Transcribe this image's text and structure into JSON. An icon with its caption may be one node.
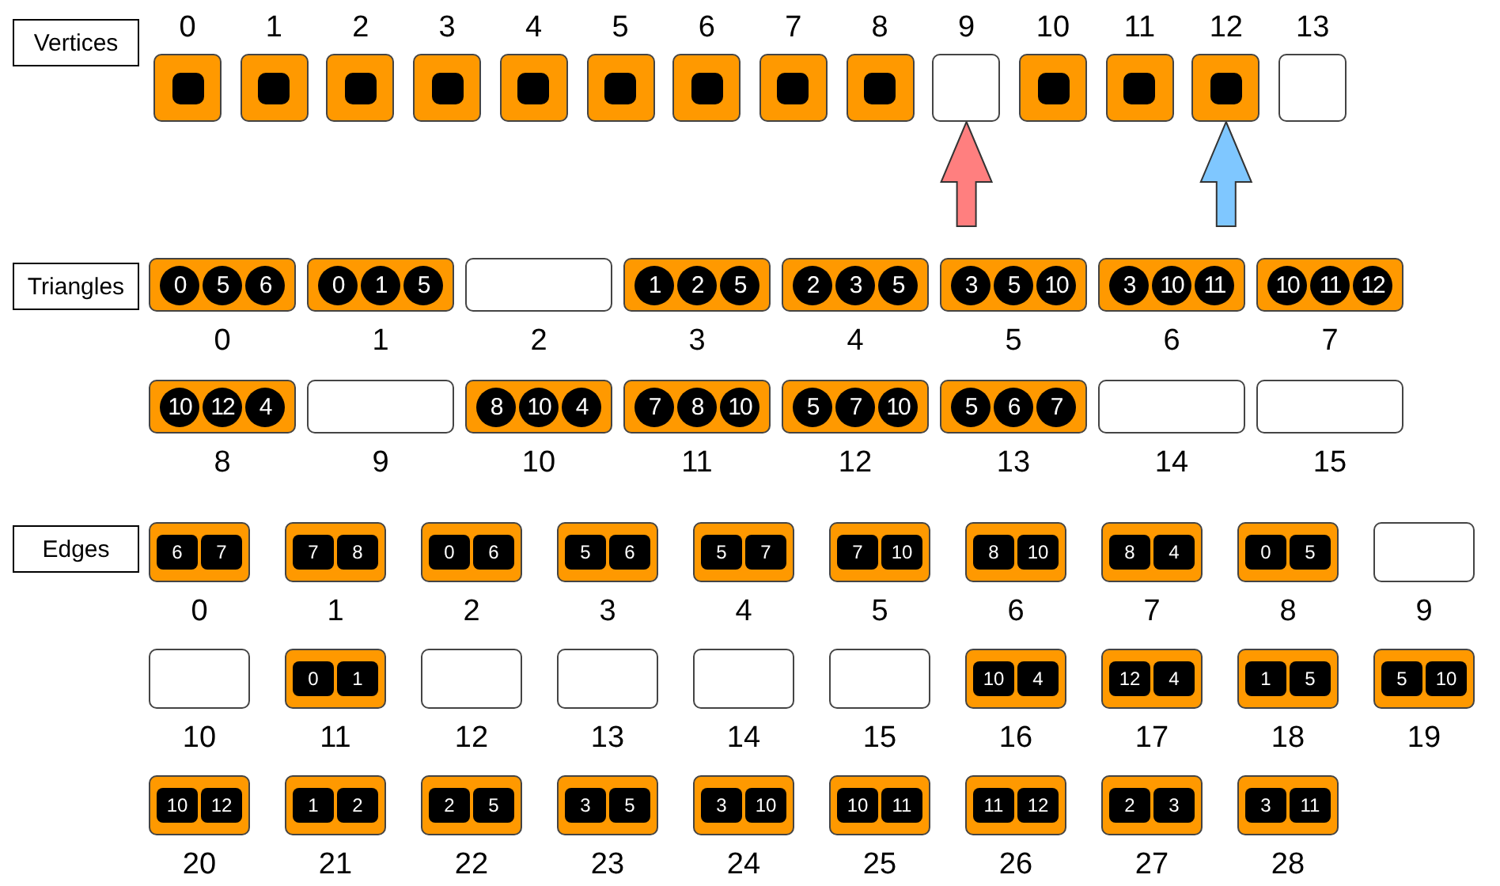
{
  "diagram": {
    "nodes": [
      {
        "text": [
          "Vertices"
        ]
      },
      {
        "text": [],
        "shape": "box",
        "beside": [
          "0"
        ]
      },
      {
        "text": [],
        "shape": "box",
        "in": 1
      },
      {
        "text": [],
        "shape": "box",
        "beside": [
          "1"
        ]
      },
      {
        "text": [],
        "shape": "box",
        "in": 3
      },
      {
        "text": [],
        "shape": "box",
        "beside": [
          "2"
        ]
      },
      {
        "text": [],
        "shape": "box",
        "in": 5
      },
      {
        "text": [],
        "shape": "box",
        "beside": [
          "3"
        ]
      },
      {
        "text": [],
        "shape": "box",
        "in": 7
      },
      {
        "text": [],
        "shape": "box",
        "beside": [
          "4"
        ]
      },
      {
        "text": [],
        "shape": "box",
        "in": 9
      },
      {
        "text": [],
        "shape": "box",
        "beside": [
          "5"
        ]
      },
      {
        "text": [],
        "shape": "box",
        "in": 11
      },
      {
        "text": [],
        "shape": "box",
        "beside": [
          "6"
        ]
      },
      {
        "text": [],
        "shape": "box",
        "in": 13
      },
      {
        "text": [],
        "shape": "box",
        "beside": [
          "7"
        ]
      },
      {
        "text": [],
        "shape": "box",
        "in": 15
      },
      {
        "text": [],
        "shape": "box",
        "beside": [
          "8"
        ]
      },
      {
        "text": [],
        "shape": "box",
        "in": 17
      },
      {
        "text": [],
        "shape": "box",
        "beside": [
          "9"
        ]
      },
      {
        "text": [],
        "shape": "box",
        "beside": [
          "10"
        ]
      },
      {
        "text": [],
        "shape": "box",
        "in": 20
      },
      {
        "text": [],
        "shape": "box",
        "beside": [
          "11"
        ]
      },
      {
        "text": [],
        "shape": "box",
        "in": 22
      },
      {
        "text": [],
        "shape": "box",
        "beside": [
          "12"
        ]
      },
      {
        "text": [],
        "shape": "box",
        "in": 24
      },
      {
        "text": [],
        "shape": "box",
        "beside": [
          "13"
        ]
      },
      {
        "text": [
          "Triangles"
        ]
      },
      {
        "text": [
          "0",
          "5",
          "6"
        ],
        "beside": [
          "0"
        ]
      },
      {
        "text": [
          "0",
          "1",
          "5"
        ],
        "beside": [
          "1"
        ]
      },
      {
        "text": [],
        "shape": "box",
        "beside": [
          "2"
        ]
      },
      {
        "text": [
          "1",
          "2",
          "5"
        ],
        "beside": [
          "3"
        ]
      },
      {
        "text": [
          "2",
          "3",
          "5"
        ],
        "beside": [
          "4"
        ]
      },
      {
        "text": [
          "3",
          "5",
          "10"
        ],
        "beside": [
          "5"
        ]
      },
      {
        "text": [
          "3",
          "10",
          "11"
        ],
        "beside": [
          "6"
        ]
      },
      {
        "text": [
          "10",
          "11",
          "12"
        ],
        "beside": [
          "7"
        ]
      },
      {
        "text": [
          "10",
          "12",
          "4"
        ],
        "beside": [
          "8"
        ]
      },
      {
        "text": [],
        "shape": "box",
        "beside": [
          "9"
        ]
      },
      {
        "text": [
          "8",
          "10",
          "4"
        ],
        "beside": [
          "10"
        ]
      },
      {
        "text": [
          "7",
          "8",
          "10"
        ],
        "beside": [
          "11"
        ]
      },
      {
        "text": [
          "5",
          "7",
          "10"
        ],
        "beside": [
          "12"
        ]
      },
      {
        "text": [
          "5",
          "6",
          "7"
        ],
        "beside": [
          "13"
        ]
      },
      {
        "text": [],
        "shape": "box",
        "beside": [
          "14"
        ]
      },
      {
        "text": [],
        "shape": "box",
        "beside": [
          "15"
        ]
      },
      {
        "text": [
          "Edges"
        ]
      },
      {
        "text": [
          "6",
          "7"
        ],
        "beside": [
          "0"
        ]
      },
      {
        "text": [
          "7",
          "8"
        ],
        "beside": [
          "1"
        ]
      },
      {
        "text": [
          "0",
          "6"
        ],
        "beside": [
          "2"
        ]
      },
      {
        "text": [
          "5",
          "6"
        ],
        "beside": [
          "3"
        ]
      },
      {
        "text": [
          "5",
          "7"
        ],
        "beside": [
          "4"
        ]
      },
      {
        "text": [
          "7",
          "10"
        ],
        "beside": [
          "5"
        ]
      },
      {
        "text": [
          "8",
          "10"
        ],
        "beside": [
          "6"
        ]
      },
      {
        "text": [
          "8",
          "4"
        ],
        "beside": [
          "7"
        ]
      },
      {
        "text": [
          "0",
          "5"
        ],
        "beside": [
          "8"
        ]
      },
      {
        "text": [],
        "shape": "box",
        "beside": [
          "9"
        ]
      },
      {
        "text": [],
        "shape": "box",
        "beside": [
          "10"
        ]
      },
      {
        "text": [
          "0",
          "1"
        ],
        "beside": [
          "11"
        ]
      },
      {
        "text": [],
        "shape": "box",
        "beside": [
          "12"
        ]
      },
      {
        "text": [],
        "shape": "box",
        "beside": [
          "13"
        ]
      },
      {
        "text": [],
        "shape": "box",
        "beside": [
          "14"
        ]
      },
      {
        "text": [],
        "shape": "box",
        "beside": [
          "15"
        ]
      },
      {
        "text": [
          "10",
          "4"
        ],
        "beside": [
          "16"
        ]
      },
      {
        "text": [
          "12",
          "4"
        ],
        "beside": [
          "17"
        ]
      },
      {
        "text": [
          "1",
          "5"
        ],
        "beside": [
          "18"
        ]
      },
      {
        "text": [
          "5",
          "10"
        ],
        "beside": [
          "19"
        ]
      },
      {
        "text": [
          "10",
          "12"
        ],
        "beside": [
          "20"
        ]
      },
      {
        "text": [
          "1",
          "2"
        ],
        "beside": [
          "21"
        ]
      },
      {
        "text": [
          "2",
          "5"
        ],
        "beside": [
          "22"
        ]
      },
      {
        "text": [
          "3",
          "5"
        ],
        "beside": [
          "23"
        ]
      },
      {
        "text": [
          "3",
          "10"
        ],
        "beside": [
          "24"
        ]
      },
      {
        "text": [
          "10",
          "11"
        ],
        "beside": [
          "25"
        ]
      },
      {
        "text": [
          "11",
          "12"
        ],
        "beside": [
          "26"
        ]
      },
      {
        "text": [
          "2",
          "3"
        ],
        "beside": [
          "27"
        ]
      },
      {
        "text": [
          "3",
          "11"
        ],
        "beside": [
          "28"
        ]
      }
    ],
    "edges": [
      {
        "from": null,
        "to": 19,
        "arrow": "to",
        "color": "#ff7f7f"
      },
      {
        "from": null,
        "to": 24,
        "arrow": "to",
        "color": "#7fc7ff"
      }
    ]
  }
}
